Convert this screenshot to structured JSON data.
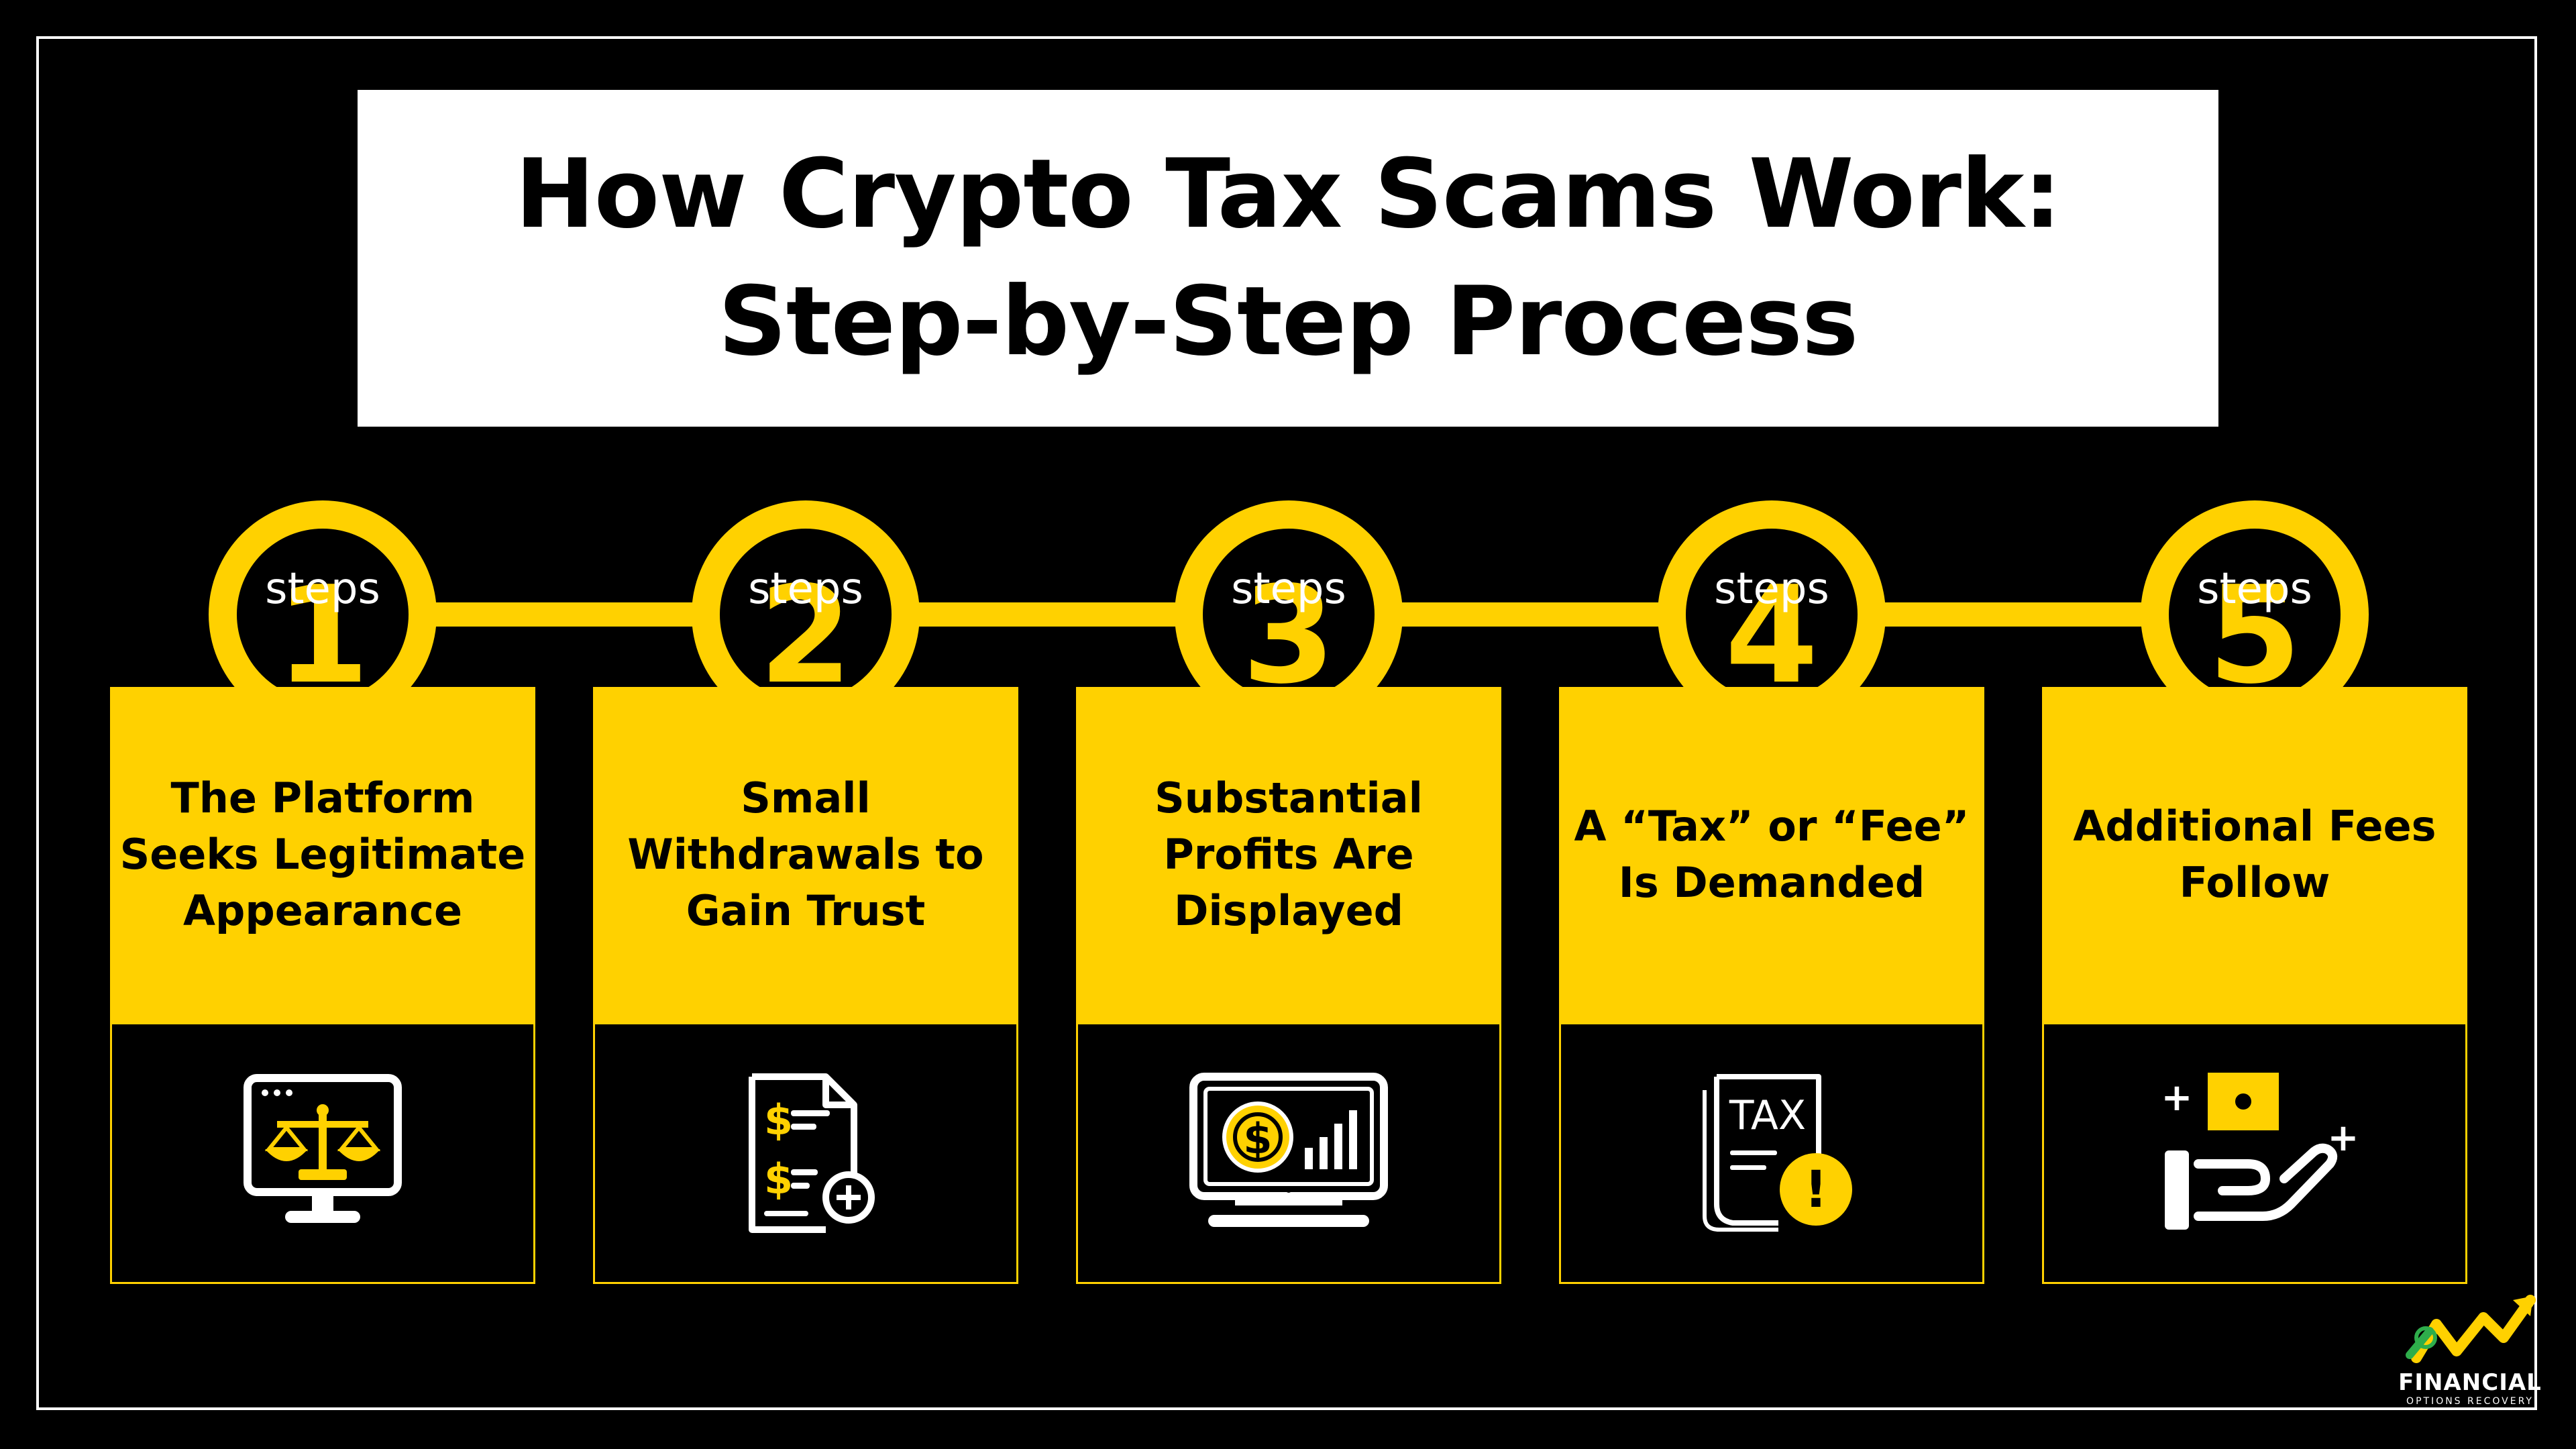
{
  "title": {
    "line1": "How Crypto Tax Scams Work:",
    "line2": "Step-by-Step Process"
  },
  "colors": {
    "accent": "#FFD100",
    "background": "#000000",
    "panel": "#FFFFFF"
  },
  "steps": [
    {
      "word": "steps",
      "number": "1",
      "label_lines": [
        "The Platform",
        "Seeks Legitimate",
        "Appearance"
      ],
      "icon": "monitor-scales-icon"
    },
    {
      "word": "steps",
      "number": "2",
      "label_lines": [
        "Small",
        "Withdrawals to",
        "Gain Trust"
      ],
      "icon": "invoice-dollar-plus-icon"
    },
    {
      "word": "steps",
      "number": "3",
      "label_lines": [
        "Substantial",
        "Profits Are",
        "Displayed"
      ],
      "icon": "monitor-dollar-chart-icon"
    },
    {
      "word": "steps",
      "number": "4",
      "label_lines": [
        "A “Tax” or “Fee”",
        "Is Demanded"
      ],
      "icon": "tax-document-warning-icon",
      "icon_text": "TAX",
      "icon_mark": "!"
    },
    {
      "word": "steps",
      "number": "5",
      "label_lines": [
        "Additional Fees",
        "Follow"
      ],
      "icon": "hand-cash-icon",
      "icon_mark": "+"
    }
  ],
  "logo": {
    "name": "FINANCIAL",
    "tagline": "OPTIONS RECOVERY"
  }
}
